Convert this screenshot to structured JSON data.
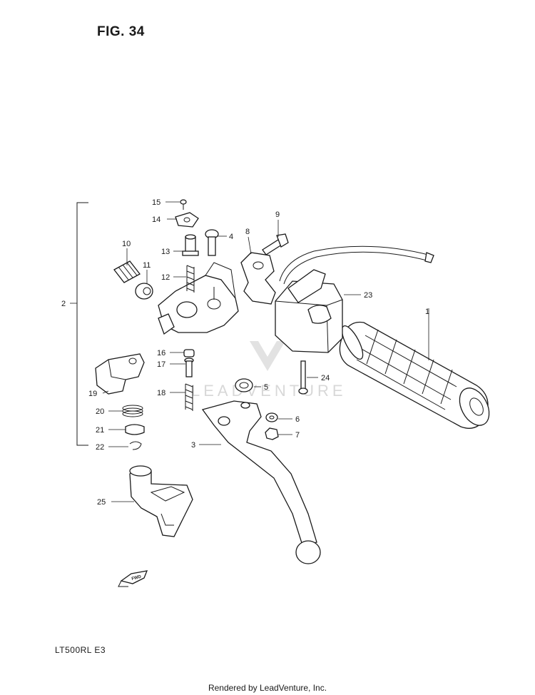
{
  "header": {
    "figure_label": "FIG. 34"
  },
  "footer": {
    "model_code": "LT500RL  E3",
    "render_credit": "Rendered by LeadVenture, Inc."
  },
  "watermark": {
    "text": "LEADVENTURE"
  },
  "callouts": {
    "p1": "1",
    "p2": "2",
    "p3": "3",
    "p4": "4",
    "p5": "5",
    "p6": "6",
    "p7": "7",
    "p8": "8",
    "p9": "9",
    "p10": "10",
    "p11": "11",
    "p12": "12",
    "p13": "13",
    "p14": "14",
    "p15": "15",
    "p16": "16",
    "p17": "17",
    "p18": "18",
    "p19": "19",
    "p20": "20",
    "p21": "21",
    "p22": "22",
    "p23": "23",
    "p24": "24",
    "p25": "25"
  },
  "fwd_marker": "FWD",
  "colors": {
    "ink": "#1a1a1a",
    "watermark": "#d8d8d8",
    "background": "#ffffff"
  }
}
